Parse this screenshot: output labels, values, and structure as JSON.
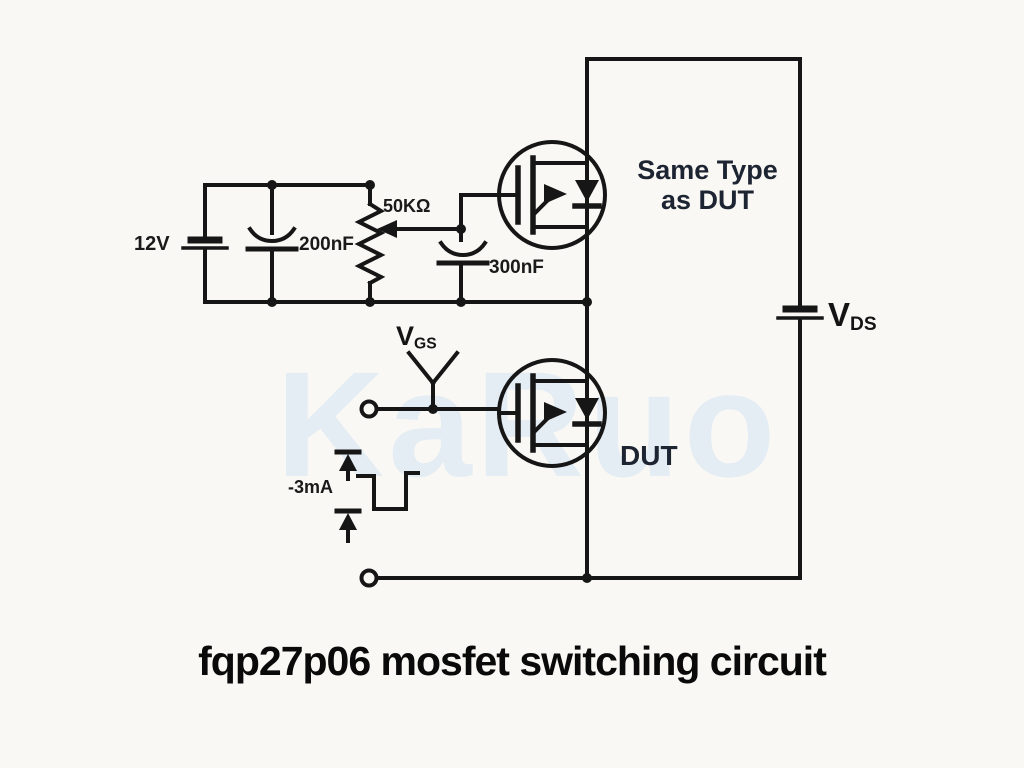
{
  "title": "fqp27p06 mosfet switching circuit",
  "watermark": "KaRuo",
  "diagram": {
    "type": "circuit-schematic",
    "description_visible_text_only": true,
    "labels": {
      "supply_voltage": "12V",
      "cap_input": "200nF",
      "potentiometer": "50KΩ",
      "cap_gate": "300nF",
      "gate_current": "-3mA",
      "top_mosfet_line1": "Same Type",
      "top_mosfet_line2": "as DUT",
      "dut": "DUT",
      "vgs_main": "V",
      "vgs_sub": "GS",
      "vds_main": "V",
      "vds_sub": "DS"
    },
    "components": [
      {
        "name": "battery-12v",
        "value": "12V"
      },
      {
        "name": "capacitor-input",
        "value": "200nF"
      },
      {
        "name": "potentiometer",
        "value": "50KΩ"
      },
      {
        "name": "capacitor-gate",
        "value": "300nF"
      },
      {
        "name": "mosfet-top",
        "label": "Same Type as DUT"
      },
      {
        "name": "mosfet-bottom",
        "label": "DUT"
      },
      {
        "name": "battery-vds",
        "label": "VDS"
      },
      {
        "name": "gate-pulse-source",
        "value": "-3mA"
      }
    ]
  },
  "colors": {
    "background": "#f9f8f4",
    "line": "#161616",
    "component_label_text": "#1a1a1a",
    "annotation_text": "#1d2432",
    "watermark": "#dde9f5"
  }
}
